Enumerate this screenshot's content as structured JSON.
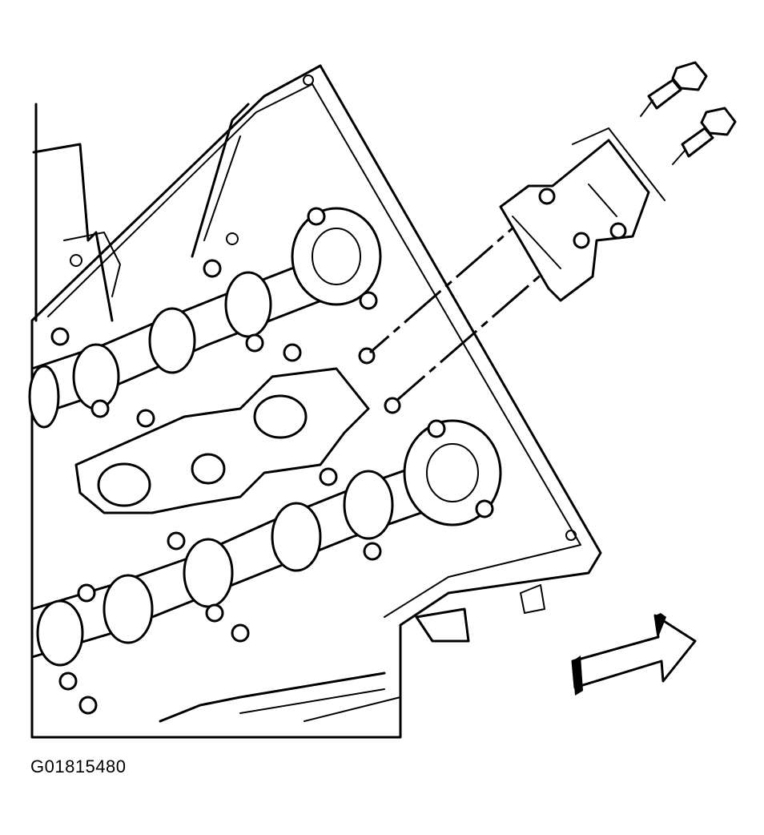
{
  "figure": {
    "id_label": "G01815480",
    "colors": {
      "line": "#000000",
      "background": "#ffffff"
    }
  },
  "illustration": {
    "parts": [
      "cylinder-head-assembly",
      "camshaft",
      "cam-bearing-cap",
      "sensor-bracket",
      "bolt"
    ],
    "direction_indicator": "arrow-icon"
  }
}
